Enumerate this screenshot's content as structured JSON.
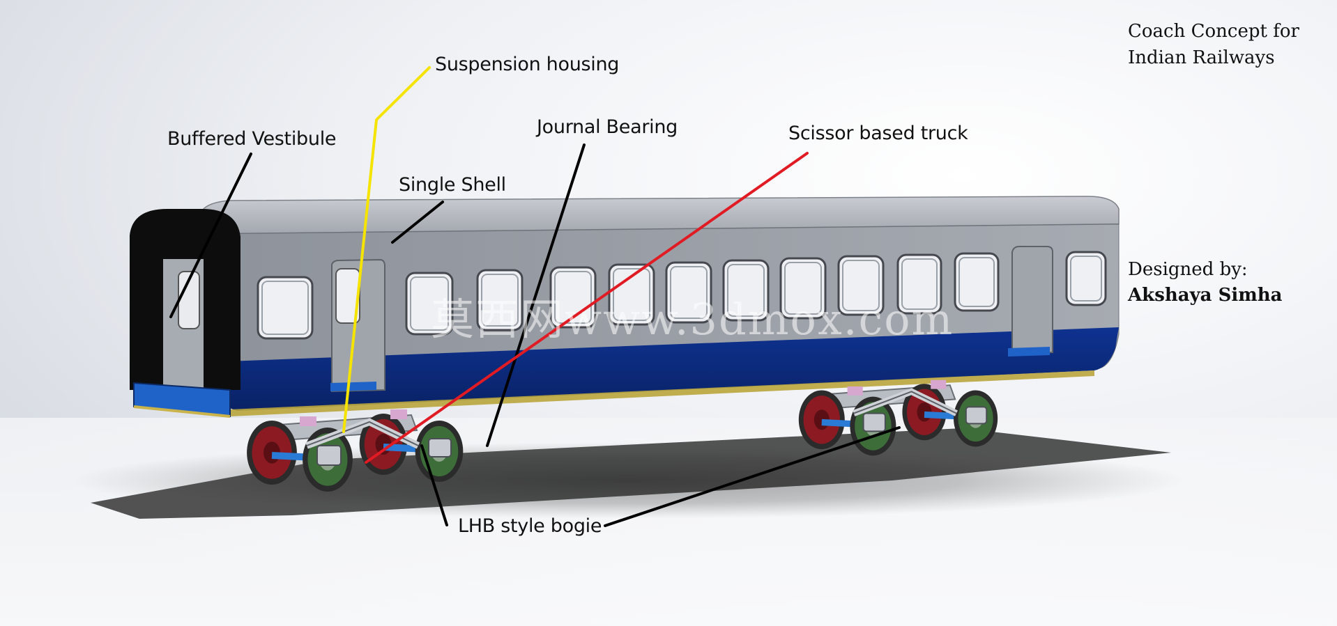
{
  "title_lines": [
    "Coach Concept for",
    "Indian Railways"
  ],
  "credit": {
    "label": "Designed by:",
    "name": "Akshaya Simha"
  },
  "watermark": "莫西网www.3dmox.com",
  "callouts": [
    {
      "id": "suspension-housing",
      "text": "Suspension housing",
      "color": "#f5e400"
    },
    {
      "id": "buffered-vestibule",
      "text": "Buffered Vestibule",
      "color": "#000000"
    },
    {
      "id": "journal-bearing",
      "text": "Journal Bearing",
      "color": "#000000"
    },
    {
      "id": "scissor-based-truck",
      "text": "Scissor based truck",
      "color": "#e01b24"
    },
    {
      "id": "single-shell",
      "text": "Single Shell",
      "color": "#000000"
    },
    {
      "id": "lhb-style-bogie",
      "text": "LHB style bogie",
      "color": "#000000"
    }
  ],
  "colors": {
    "body_grey": "#9a9ea6",
    "roof_grey": "#a9adb4",
    "skirt_blue": "#0c2a7a",
    "vestibule": "#0d0d0d",
    "buffer_blue": "#1f63c9",
    "wheel_red": "#8c1a22",
    "wheel_green": "#3d6e3a"
  }
}
